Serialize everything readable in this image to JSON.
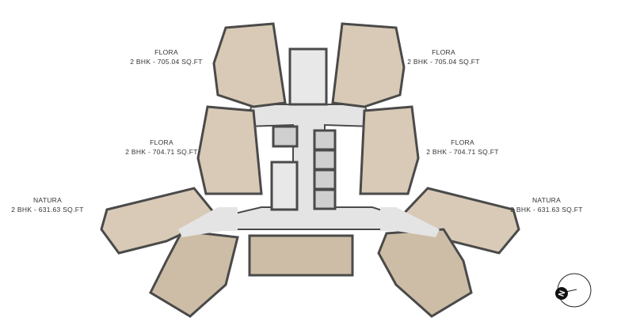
{
  "units": [
    {
      "name": "FLORA",
      "area": "2 BHK - 705.04 SQ.FT"
    },
    {
      "name": "FLORA",
      "area": "2 BHK - 705.04 SQ.FT"
    },
    {
      "name": "FLORA",
      "area": "2 BHK - 704.71 SQ.FT"
    },
    {
      "name": "FLORA",
      "area": "2 BHK - 704.71 SQ.FT"
    },
    {
      "name": "NATURA",
      "area": "2 BHK - 631.63 SQ.FT"
    },
    {
      "name": "NATURA",
      "area": "2 BHK - 631.63 SQ.FT"
    }
  ],
  "compass": {
    "label": "N"
  },
  "colors": {
    "unit_fill": "#d8cab6",
    "wall": "#4a4a4a",
    "common": "#e4e4e4",
    "deck": "#cdbda6"
  }
}
